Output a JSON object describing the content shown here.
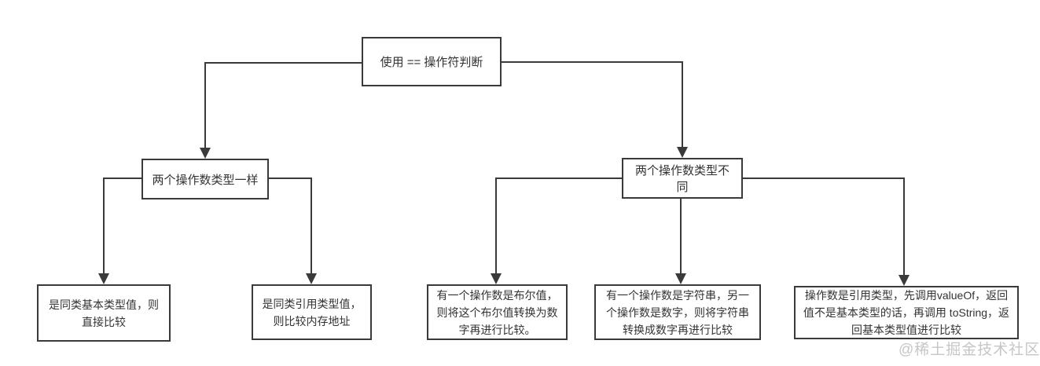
{
  "colors": {
    "background": "#ffffff",
    "line": "#3a3a3a",
    "text": "#333333",
    "watermark_text": "#c6c6c6"
  },
  "flowchart": {
    "nodes": {
      "root": {
        "label": "使用 == 操作符判断"
      },
      "same_type": {
        "label": "两个操作数类型一样"
      },
      "diff_type": {
        "label": "两个操作数类型不同"
      },
      "same_primitive": {
        "label": "是同类基本类型值，则直接比较"
      },
      "same_reference": {
        "label": "是同类引用类型值，则比较内存地址"
      },
      "diff_boolean": {
        "label": "有一个操作数是布尔值，则将这个布尔值转换为数字再进行比较。"
      },
      "diff_string_number": {
        "label": "有一个操作数是字符串，另一个操作数是数字，则将字符串转换成数字再进行比较"
      },
      "diff_reference": {
        "label": "操作数是引用类型，先调用valueOf，返回值不是基本类型的话，再调用 toString，返回基本类型值进行比较"
      }
    },
    "edges": [
      {
        "from": "root",
        "to": "same_type"
      },
      {
        "from": "root",
        "to": "diff_type"
      },
      {
        "from": "same_type",
        "to": "same_primitive"
      },
      {
        "from": "same_type",
        "to": "same_reference"
      },
      {
        "from": "diff_type",
        "to": "diff_boolean"
      },
      {
        "from": "diff_type",
        "to": "diff_string_number"
      },
      {
        "from": "diff_type",
        "to": "diff_reference"
      }
    ]
  },
  "watermark": {
    "text": "@稀土掘金技术社区"
  }
}
